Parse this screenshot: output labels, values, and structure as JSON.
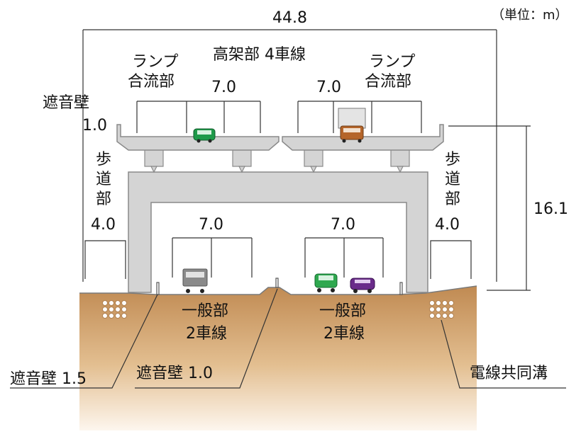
{
  "unit_label": "（単位：m）",
  "total_width": "44.8",
  "total_height": "16.1",
  "elevated": {
    "title": "高架部 4車線",
    "left_ramp": [
      "ランプ",
      "合流部"
    ],
    "right_ramp": [
      "ランプ",
      "合流部"
    ],
    "left_width": "7.0",
    "right_width": "7.0"
  },
  "sound_wall_top": {
    "name": "遮音壁",
    "value": "1.0"
  },
  "sidewalk_left": {
    "chars": [
      "歩",
      "道",
      "部"
    ],
    "value": "4.0"
  },
  "sidewalk_right": {
    "chars": [
      "歩",
      "道",
      "部"
    ],
    "value": "4.0"
  },
  "ground": {
    "left_width": "7.0",
    "right_width": "7.0",
    "left_label": [
      "一般部",
      "2車線"
    ],
    "right_label": [
      "一般部",
      "2車線"
    ]
  },
  "callouts": {
    "wall_left": "遮音壁 1.5",
    "wall_center": "遮音壁 1.0",
    "utility": "電線共同溝"
  },
  "colors": {
    "structure": "#d4d4d4",
    "structure_edge": "#8a8a8a",
    "soil_top": "#c08a52",
    "soil_bottom": "#fbf2e6",
    "car_green": "#1f9a4a",
    "car_purple": "#6a2b8a",
    "truck_orange": "#b5652a"
  }
}
